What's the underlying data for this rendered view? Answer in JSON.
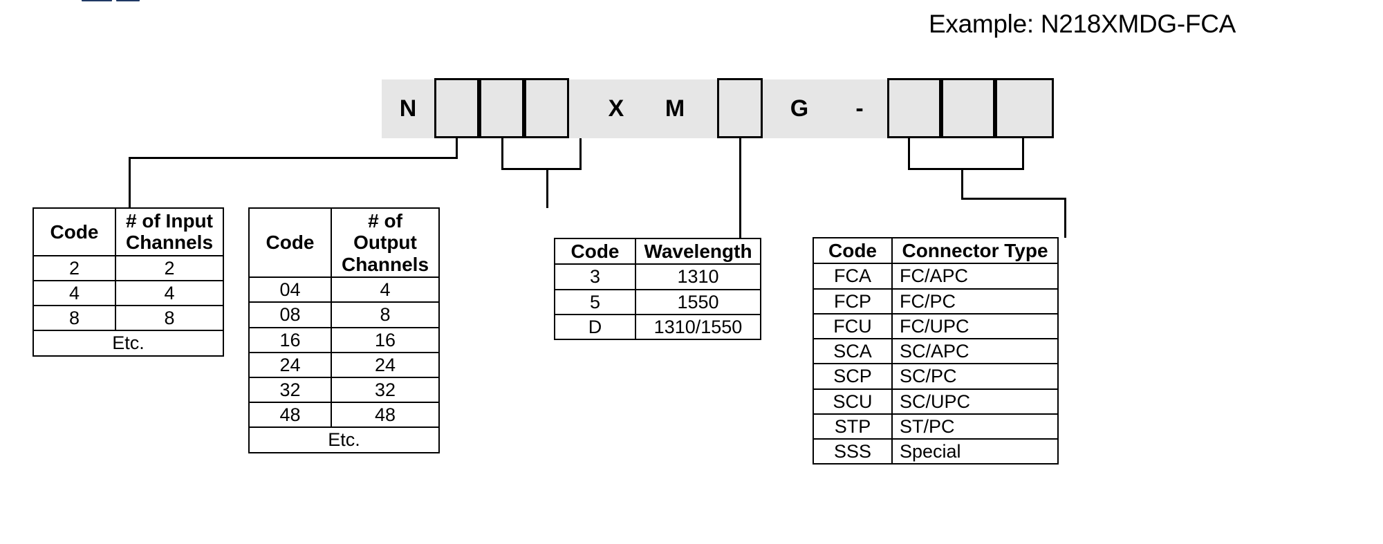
{
  "example": {
    "label": "Example: N218XMDG-FCA"
  },
  "part_number_template": {
    "segments": [
      {
        "kind": "letter",
        "text": "N"
      },
      {
        "kind": "box",
        "text": ""
      },
      {
        "kind": "box",
        "text": ""
      },
      {
        "kind": "box",
        "text": ""
      },
      {
        "kind": "letter",
        "text": "X"
      },
      {
        "kind": "letter",
        "text": "M"
      },
      {
        "kind": "box",
        "text": ""
      },
      {
        "kind": "letter",
        "text": "G"
      },
      {
        "kind": "letter",
        "text": "-"
      },
      {
        "kind": "box",
        "text": ""
      },
      {
        "kind": "box",
        "text": ""
      },
      {
        "kind": "box",
        "text": ""
      }
    ],
    "letters": {
      "n": "N",
      "x": "X",
      "m": "M",
      "g": "G",
      "dash": "-"
    }
  },
  "tables": {
    "input_channels": {
      "headers": [
        "Code",
        "# of Input Channels"
      ],
      "header_code": "Code",
      "header_value": "# of Input Channels",
      "header_value_line1": "# of Input",
      "header_value_line2": "Channels",
      "rows": [
        {
          "code": "2",
          "value": "2"
        },
        {
          "code": "4",
          "value": "4"
        },
        {
          "code": "8",
          "value": "8"
        }
      ],
      "footer": "Etc."
    },
    "output_channels": {
      "headers": [
        "Code",
        "# of Output Channels"
      ],
      "header_code": "Code",
      "header_value": "# of Output Channels",
      "header_value_line1": "# of Output",
      "header_value_line2": "Channels",
      "rows": [
        {
          "code": "04",
          "value": "4"
        },
        {
          "code": "08",
          "value": "8"
        },
        {
          "code": "16",
          "value": "16"
        },
        {
          "code": "24",
          "value": "24"
        },
        {
          "code": "32",
          "value": "32"
        },
        {
          "code": "48",
          "value": "48"
        }
      ],
      "footer": "Etc."
    },
    "wavelength": {
      "headers": [
        "Code",
        "Wavelength"
      ],
      "header_code": "Code",
      "header_value": "Wavelength",
      "rows": [
        {
          "code": "3",
          "value": "1310"
        },
        {
          "code": "5",
          "value": "1550"
        },
        {
          "code": "D",
          "value": "1310/1550"
        }
      ]
    },
    "connector_type": {
      "headers": [
        "Code",
        "Connector Type"
      ],
      "header_code": "Code",
      "header_value": "Connector Type",
      "rows": [
        {
          "code": "FCA",
          "value": "FC/APC"
        },
        {
          "code": "FCP",
          "value": "FC/PC"
        },
        {
          "code": "FCU",
          "value": "FC/UPC"
        },
        {
          "code": "SCA",
          "value": "SC/APC"
        },
        {
          "code": "SCP",
          "value": "SC/PC"
        },
        {
          "code": "SCU",
          "value": "SC/UPC"
        },
        {
          "code": "STP",
          "value": "ST/PC"
        },
        {
          "code": "SSS",
          "value": "Special"
        }
      ]
    }
  },
  "colors": {
    "strip_background": "#e6e6e6",
    "line": "#000000",
    "text": "#000000",
    "page_background": "#ffffff"
  }
}
